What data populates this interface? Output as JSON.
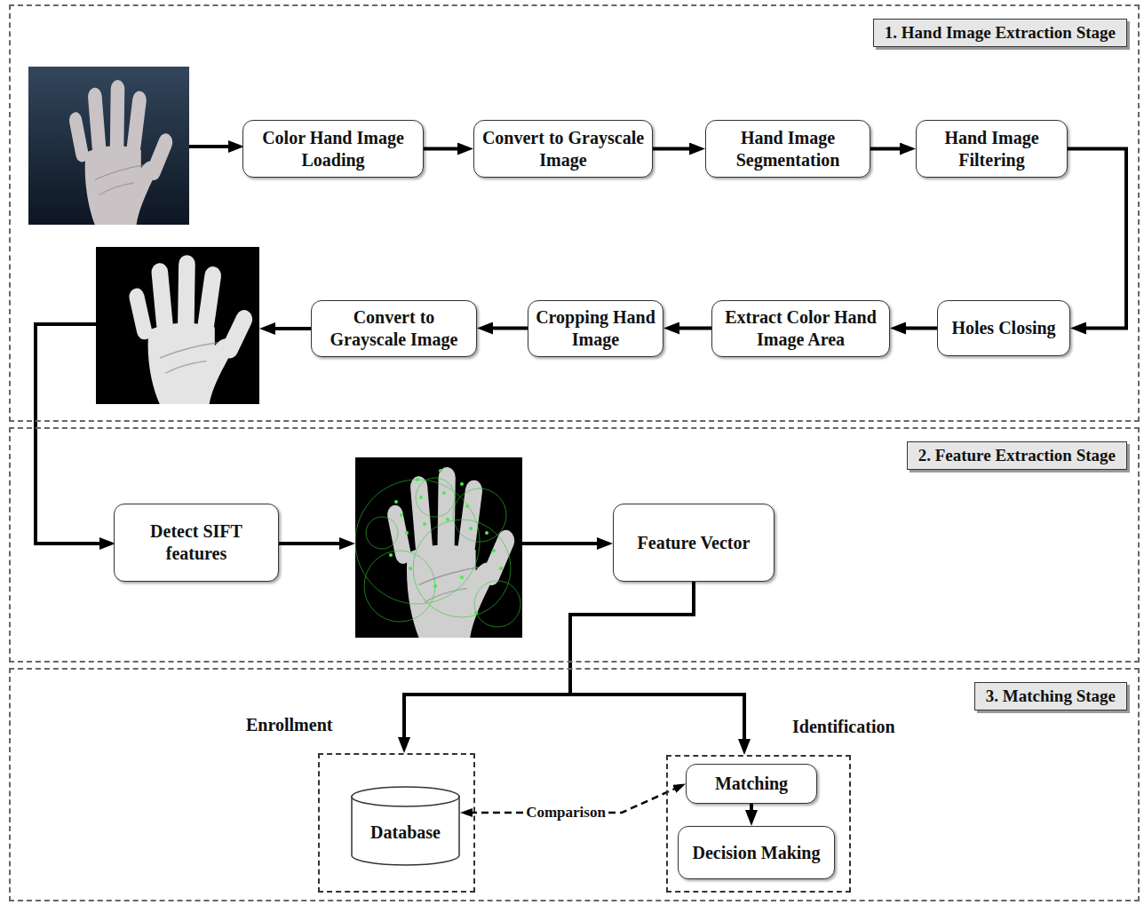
{
  "diagram": {
    "nodes": [
      {
        "text": [
          "1. Hand Image Extraction Stage"
        ]
      },
      {
        "text": [
          "Color Hand Image Loading"
        ],
        "in": 0
      },
      {
        "text": [
          "Convert to Grayscale Image"
        ],
        "in": 0
      },
      {
        "text": [
          "Hand Image Segmentation"
        ],
        "in": 0
      },
      {
        "text": [
          "Hand Image Filtering"
        ],
        "in": 0
      },
      {
        "text": [
          "Holes Closing"
        ],
        "in": 0
      },
      {
        "text": [
          "Extract Color Hand Image Area"
        ],
        "in": 0
      },
      {
        "text": [
          "Cropping Hand Image"
        ],
        "in": 0
      },
      {
        "text": [
          "Convert to Grayscale Image"
        ],
        "in": 0
      },
      {
        "text": [
          "2. Feature Extraction Stage"
        ]
      },
      {
        "text": [
          "Detect SIFT features"
        ],
        "in": 9
      },
      {
        "text": [
          "Feature Vector"
        ],
        "in": 9
      },
      {
        "text": [
          "3. Matching Stage"
        ]
      },
      {
        "text": [
          "Enrollment"
        ],
        "in": 12
      },
      {
        "text": [
          "Database"
        ],
        "in": 13
      },
      {
        "text": [
          "Identification"
        ],
        "in": 12
      },
      {
        "text": [
          "Matching"
        ],
        "in": 15
      },
      {
        "text": [
          "Decision Making"
        ],
        "in": 15
      }
    ],
    "edges": [
      {
        "from": 1,
        "to": 2,
        "arrow": "to"
      },
      {
        "from": 2,
        "to": 3,
        "arrow": "to"
      },
      {
        "from": 3,
        "to": 4,
        "arrow": "to"
      },
      {
        "from": 4,
        "to": 5,
        "arrow": "to"
      },
      {
        "from": 5,
        "to": 6,
        "arrow": "to"
      },
      {
        "from": 6,
        "to": 7,
        "arrow": "to"
      },
      {
        "from": 7,
        "to": 8,
        "arrow": "to"
      },
      {
        "from": 11,
        "to": 13,
        "arrow": "to"
      },
      {
        "from": 11,
        "to": 15,
        "arrow": "to"
      },
      {
        "from": 16,
        "to": 17,
        "arrow": "to"
      },
      {
        "from": 16,
        "to": 14,
        "label": "Comparison",
        "arrow": "both"
      }
    ]
  }
}
